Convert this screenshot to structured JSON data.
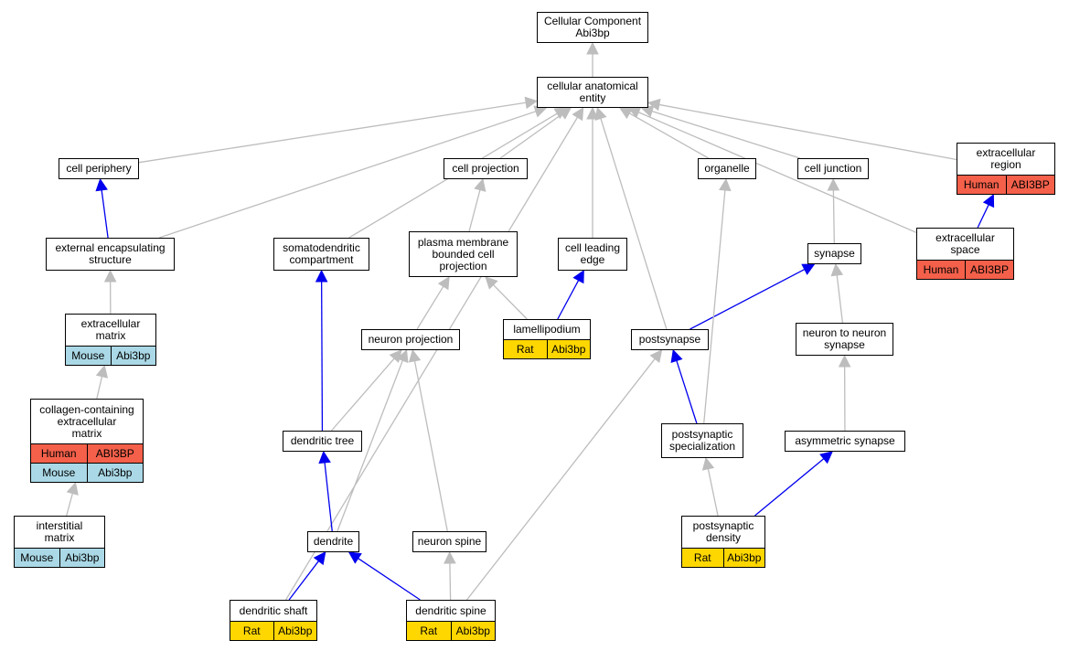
{
  "colors": {
    "species": {
      "Human": "#f4604a",
      "Mouse": "#aad8e6",
      "Rat": "#ffd700"
    },
    "edge_is_a": "#bdbdbd",
    "edge_part_of": "#0000ee"
  },
  "nodes": [
    {
      "id": "cc",
      "lines": [
        "Cellular Component",
        "Abi3bp"
      ],
      "annotations": []
    },
    {
      "id": "cae",
      "lines": [
        "cellular anatomical",
        "entity"
      ],
      "annotations": []
    },
    {
      "id": "cp",
      "lines": [
        "cell periphery"
      ],
      "annotations": []
    },
    {
      "id": "cproj",
      "lines": [
        "cell projection"
      ],
      "annotations": []
    },
    {
      "id": "org",
      "lines": [
        "organelle"
      ],
      "annotations": []
    },
    {
      "id": "cj",
      "lines": [
        "cell junction"
      ],
      "annotations": []
    },
    {
      "id": "er",
      "lines": [
        "extracellular",
        "region"
      ],
      "annotations": [
        [
          "Human",
          "ABI3BP"
        ]
      ]
    },
    {
      "id": "ees",
      "lines": [
        "external encapsulating",
        "structure"
      ],
      "annotations": []
    },
    {
      "id": "sdc",
      "lines": [
        "somatodendritic",
        "compartment"
      ],
      "annotations": []
    },
    {
      "id": "pmbcp",
      "lines": [
        "plasma membrane",
        "bounded cell",
        "projection"
      ],
      "annotations": []
    },
    {
      "id": "cle",
      "lines": [
        "cell leading",
        "edge"
      ],
      "annotations": []
    },
    {
      "id": "syn",
      "lines": [
        "synapse"
      ],
      "annotations": []
    },
    {
      "id": "es",
      "lines": [
        "extracellular",
        "space"
      ],
      "annotations": [
        [
          "Human",
          "ABI3BP"
        ]
      ]
    },
    {
      "id": "em",
      "lines": [
        "extracellular",
        "matrix"
      ],
      "annotations": [
        [
          "Mouse",
          "Abi3bp"
        ]
      ]
    },
    {
      "id": "lam",
      "lines": [
        "lamellipodium"
      ],
      "annotations": [
        [
          "Rat",
          "Abi3bp"
        ]
      ]
    },
    {
      "id": "np",
      "lines": [
        "neuron projection"
      ],
      "annotations": []
    },
    {
      "id": "ps",
      "lines": [
        "postsynapse"
      ],
      "annotations": []
    },
    {
      "id": "nns",
      "lines": [
        "neuron to neuron",
        "synapse"
      ],
      "annotations": []
    },
    {
      "id": "ccem",
      "lines": [
        "collagen-containing",
        "extracellular",
        "matrix"
      ],
      "annotations": [
        [
          "Human",
          "ABI3BP"
        ],
        [
          "Mouse",
          "Abi3bp"
        ]
      ]
    },
    {
      "id": "dt",
      "lines": [
        "dendritic tree"
      ],
      "annotations": []
    },
    {
      "id": "pss",
      "lines": [
        "postsynaptic",
        "specialization"
      ],
      "annotations": []
    },
    {
      "id": "as",
      "lines": [
        "asymmetric synapse"
      ],
      "annotations": []
    },
    {
      "id": "im",
      "lines": [
        "interstitial",
        "matrix"
      ],
      "annotations": [
        [
          "Mouse",
          "Abi3bp"
        ]
      ]
    },
    {
      "id": "den",
      "lines": [
        "dendrite"
      ],
      "annotations": []
    },
    {
      "id": "nsp",
      "lines": [
        "neuron spine"
      ],
      "annotations": []
    },
    {
      "id": "psd",
      "lines": [
        "postsynaptic",
        "density"
      ],
      "annotations": [
        [
          "Rat",
          "Abi3bp"
        ]
      ]
    },
    {
      "id": "dsh",
      "lines": [
        "dendritic shaft"
      ],
      "annotations": [
        [
          "Rat",
          "Abi3bp"
        ]
      ]
    },
    {
      "id": "dsp",
      "lines": [
        "dendritic spine"
      ],
      "annotations": [
        [
          "Rat",
          "Abi3bp"
        ]
      ]
    }
  ],
  "edges": [
    {
      "from": "cae",
      "to": "cc",
      "type": "is_a"
    },
    {
      "from": "cp",
      "to": "cae",
      "type": "is_a"
    },
    {
      "from": "cproj",
      "to": "cae",
      "type": "is_a"
    },
    {
      "from": "org",
      "to": "cae",
      "type": "is_a"
    },
    {
      "from": "cj",
      "to": "cae",
      "type": "is_a"
    },
    {
      "from": "er",
      "to": "cae",
      "type": "is_a"
    },
    {
      "from": "ees",
      "to": "cae",
      "type": "is_a"
    },
    {
      "from": "sdc",
      "to": "cae",
      "type": "is_a"
    },
    {
      "from": "cle",
      "to": "cae",
      "type": "is_a"
    },
    {
      "from": "ps",
      "to": "cae",
      "type": "is_a"
    },
    {
      "from": "es",
      "to": "cae",
      "type": "is_a"
    },
    {
      "from": "dsh",
      "to": "cae",
      "type": "is_a"
    },
    {
      "from": "ees",
      "to": "cp",
      "type": "part_of"
    },
    {
      "from": "pmbcp",
      "to": "cproj",
      "type": "is_a"
    },
    {
      "from": "syn",
      "to": "cj",
      "type": "is_a"
    },
    {
      "from": "es",
      "to": "er",
      "type": "part_of"
    },
    {
      "from": "em",
      "to": "ees",
      "type": "is_a"
    },
    {
      "from": "dt",
      "to": "sdc",
      "type": "part_of"
    },
    {
      "from": "np",
      "to": "pmbcp",
      "type": "is_a"
    },
    {
      "from": "lam",
      "to": "pmbcp",
      "type": "is_a"
    },
    {
      "from": "lam",
      "to": "cle",
      "type": "part_of"
    },
    {
      "from": "ps",
      "to": "syn",
      "type": "part_of"
    },
    {
      "from": "nns",
      "to": "syn",
      "type": "is_a"
    },
    {
      "from": "ccem",
      "to": "em",
      "type": "is_a"
    },
    {
      "from": "dt",
      "to": "np",
      "type": "is_a"
    },
    {
      "from": "den",
      "to": "np",
      "type": "is_a"
    },
    {
      "from": "nsp",
      "to": "np",
      "type": "is_a"
    },
    {
      "from": "pss",
      "to": "ps",
      "type": "part_of"
    },
    {
      "from": "dsp",
      "to": "ps",
      "type": "is_a"
    },
    {
      "from": "as",
      "to": "nns",
      "type": "is_a"
    },
    {
      "from": "im",
      "to": "ccem",
      "type": "is_a"
    },
    {
      "from": "den",
      "to": "dt",
      "type": "part_of"
    },
    {
      "from": "pss",
      "to": "org",
      "type": "is_a"
    },
    {
      "from": "psd",
      "to": "pss",
      "type": "is_a"
    },
    {
      "from": "psd",
      "to": "as",
      "type": "part_of"
    },
    {
      "from": "dsh",
      "to": "den",
      "type": "part_of"
    },
    {
      "from": "dsp",
      "to": "den",
      "type": "part_of"
    },
    {
      "from": "dsp",
      "to": "nsp",
      "type": "is_a"
    }
  ]
}
